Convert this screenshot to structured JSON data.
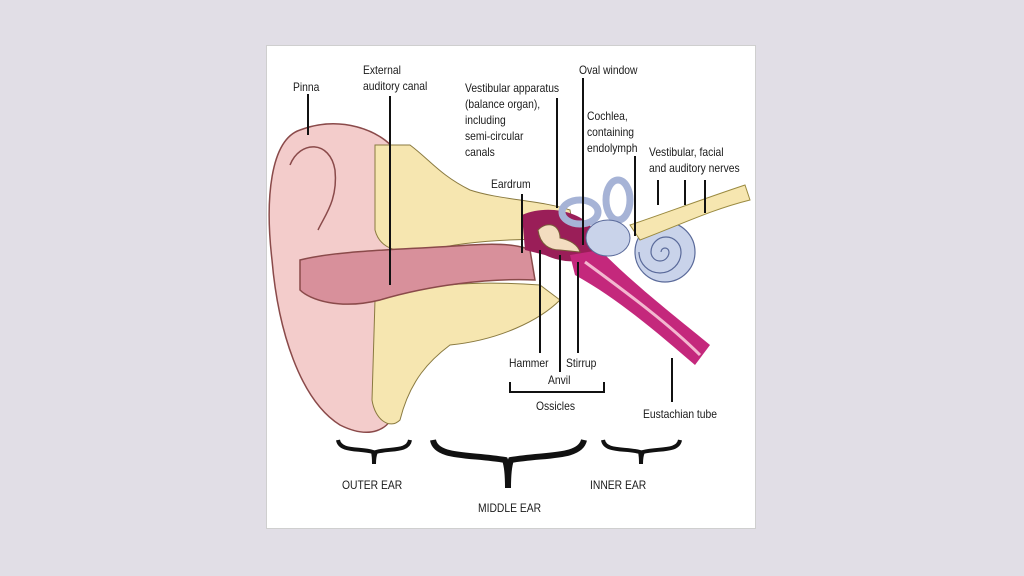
{
  "labels": {
    "pinna": "Pinna",
    "external_canal": [
      "External",
      "auditory canal"
    ],
    "vestibular_apparatus": [
      "Vestibular apparatus",
      "(balance organ),",
      "including",
      "semi-circular",
      "canals"
    ],
    "oval_window": "Oval window",
    "cochlea": [
      "Cochlea,",
      "containing",
      "endolymph"
    ],
    "nerves": [
      "Vestibular, facial",
      "and auditory nerves"
    ],
    "eardrum": "Eardrum",
    "hammer": "Hammer",
    "anvil": "Anvil",
    "stirrup": "Stirrup",
    "ossicles": "Ossicles",
    "eustachian_tube": "Eustachian tube"
  },
  "regions": {
    "outer": "OUTER EAR",
    "middle": "MIDDLE EAR",
    "inner": "INNER EAR"
  },
  "colors": {
    "skin": "#f2c9c9",
    "canal": "#d98f9a",
    "bone": "#f5e3a8",
    "middle_ear": "#9c1f5a",
    "cochlea": "#c9d3ea",
    "tube": "#c2277a"
  }
}
